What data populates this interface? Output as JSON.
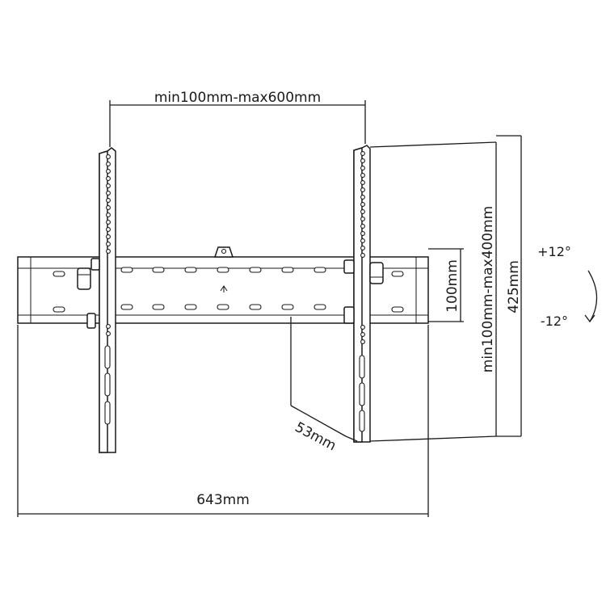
{
  "dimensions": {
    "vesa_width": "min100mm-max600mm",
    "vesa_height": "min100mm-max400mm",
    "rail_height": "100mm",
    "arm_height": "425mm",
    "depth": "53mm",
    "total_width": "643mm"
  },
  "tilt": {
    "up": "+12°",
    "down": "-12°"
  },
  "colors": {
    "line": "#1a1a1a",
    "background": "#ffffff"
  }
}
